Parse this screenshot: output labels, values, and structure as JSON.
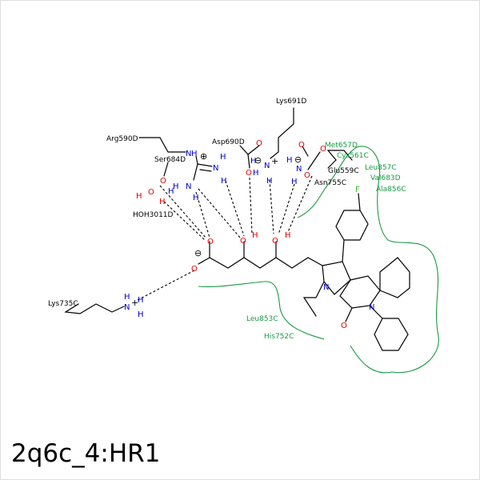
{
  "title": "2q6c_4:HR1",
  "colors": {
    "carbon_bond": "#000000",
    "hydrophobic": "#1a9a45",
    "oxygen": "#e00000",
    "nitrogen": "#0000cc",
    "fluorine": "#33bb33"
  },
  "residues": {
    "lys691": "Lys691D",
    "arg590": "Arg590D",
    "asp690": "Asp690D",
    "ser684": "Ser684D",
    "hoh3011": "HOH3011D",
    "glu559": "Glu559C",
    "asn755": "Asn755C",
    "lys735": "Lys735C"
  },
  "hydrophobic_residues": {
    "met657": "Met657D",
    "cys561": "Cys561C",
    "leu857": "Leu857C",
    "val683": "Val683D",
    "ala856": "Ala856C",
    "leu853": "Leu853C",
    "his752": "His752C"
  },
  "atoms": {
    "N": "N",
    "H": "H",
    "O": "O",
    "F": "F"
  },
  "charges": {
    "plus": "⊕",
    "minus": "⊖",
    "sup_plus": "+"
  }
}
